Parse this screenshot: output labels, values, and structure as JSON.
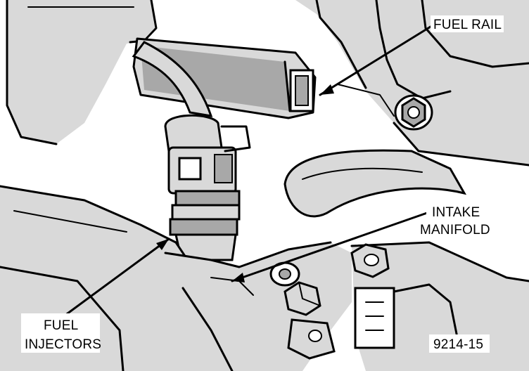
{
  "labels": {
    "fuel_rail": "FUEL RAIL",
    "intake_line1": "INTAKE",
    "intake_line2": "MANIFOLD",
    "injectors_line1": "FUEL",
    "injectors_line2": "INJECTORS",
    "figure_number": "9214-15"
  },
  "colors": {
    "ink": "#000000",
    "paper": "#ffffff",
    "halftone_light": "#d9d9d9",
    "halftone_dark": "#a8a8a8"
  }
}
